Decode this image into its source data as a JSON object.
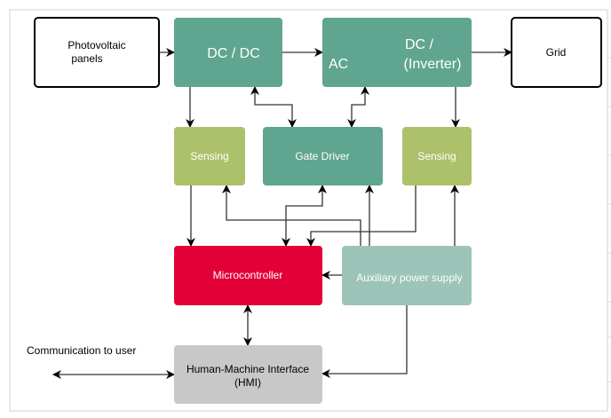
{
  "blocks": {
    "pv": {
      "line1": "Photovoltaic",
      "line2": "panels"
    },
    "dcdc": {
      "label": "DC / DC"
    },
    "inverter": {
      "line1": "DC /",
      "line2": "(Inverter)",
      "ac": "AC"
    },
    "grid": {
      "label": "Grid"
    },
    "sensing_left": {
      "label": "Sensing"
    },
    "gate_driver": {
      "label": "Gate Driver"
    },
    "sensing_right": {
      "label": "Sensing"
    },
    "microcontroller": {
      "label": "Microcontroller"
    },
    "aux": {
      "label": "Auxiliary power supply"
    },
    "hmi": {
      "line1": "Human-Machine Interface",
      "line2": "(HMI)"
    }
  },
  "communication_label": "Communication to user",
  "colors": {
    "converter": "#5fa58f",
    "sensing": "#adc16b",
    "microcontroller": "#e30036",
    "aux": "#9cc4b8",
    "hmi": "#c8c8c8"
  }
}
